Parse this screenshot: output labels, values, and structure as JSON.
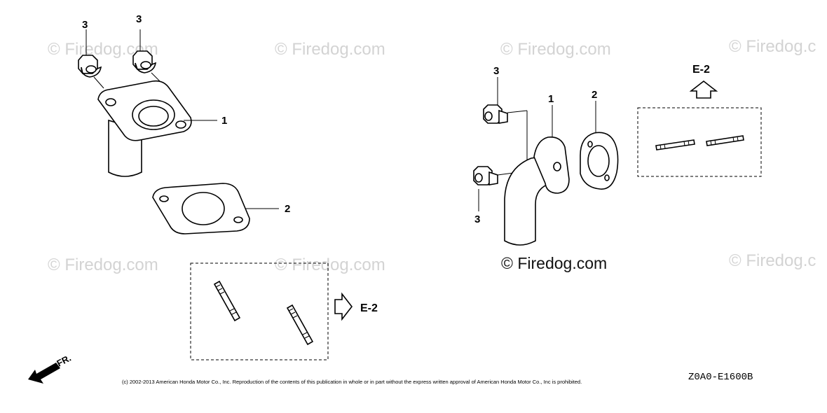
{
  "watermarks": {
    "left_top": "© Firedog.com",
    "mid_top": "© Firedog.com",
    "right_top": "© Firedog.com",
    "far_right_top": "© Firedog.c",
    "left_bottom": "© Firedog.com",
    "mid_bottom": "© Firedog.com",
    "main": "© Firedog.com",
    "far_right_bottom": "© Firedog.c"
  },
  "callouts": {
    "left_nut_a": "3",
    "left_nut_b": "3",
    "left_elbow": "1",
    "left_gasket": "2",
    "right_nut_top": "3",
    "right_nut_bottom": "3",
    "right_elbow": "1",
    "right_gasket": "2"
  },
  "refs": {
    "left_ref": "E-2",
    "right_ref": "E-2"
  },
  "front_label": "FR.",
  "diagram_code": "Z0A0-E1600B",
  "copyright": "(c) 2002-2013 American Honda Motor Co., Inc. Reproduction of the contents of this publication in whole or in part without the express written approval of American Honda Motor Co., Inc is prohibited."
}
